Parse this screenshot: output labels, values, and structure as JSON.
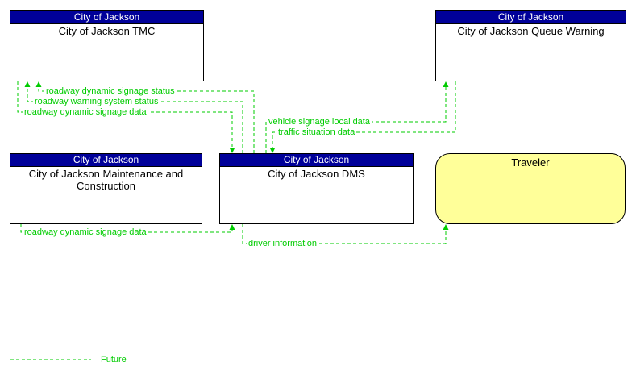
{
  "colors": {
    "header_bg": "#000099",
    "header_text": "#ffffff",
    "flow_color": "#00cc00",
    "terminator_bg": "#ffff99"
  },
  "boxes": {
    "tmc": {
      "header": "City of Jackson",
      "title": "City of Jackson TMC"
    },
    "queue_warning": {
      "header": "City of Jackson",
      "title": "City of Jackson Queue Warning"
    },
    "maintenance": {
      "header": "City of Jackson",
      "title": "City of Jackson Maintenance and Construction"
    },
    "dms": {
      "header": "City of Jackson",
      "title": "City of Jackson DMS"
    }
  },
  "terminator": {
    "title": "Traveler"
  },
  "flows": {
    "roadway_dynamic_signage_status": {
      "label": "roadway dynamic signage status",
      "from": "City of Jackson DMS",
      "to": "City of Jackson TMC",
      "status": "future"
    },
    "roadway_warning_system_status": {
      "label": "roadway warning system status",
      "from": "City of Jackson DMS",
      "to": "City of Jackson TMC",
      "status": "future"
    },
    "roadway_dynamic_signage_data_tmc": {
      "label": "roadway dynamic signage data",
      "from": "City of Jackson TMC",
      "to": "City of Jackson DMS",
      "status": "future"
    },
    "vehicle_signage_local_data": {
      "label": "vehicle signage local data",
      "from": "City of Jackson DMS",
      "to": "City of Jackson Queue Warning",
      "status": "future"
    },
    "traffic_situation_data": {
      "label": "traffic situation data",
      "from": "City of Jackson Queue Warning",
      "to": "City of Jackson DMS",
      "status": "future"
    },
    "roadway_dynamic_signage_data_mc": {
      "label": "roadway dynamic signage data",
      "from": "City of Jackson Maintenance and Construction",
      "to": "City of Jackson DMS",
      "status": "future"
    },
    "driver_information": {
      "label": "driver information",
      "from": "City of Jackson DMS",
      "to": "Traveler",
      "status": "future"
    }
  },
  "legend": {
    "future_label": "Future"
  }
}
